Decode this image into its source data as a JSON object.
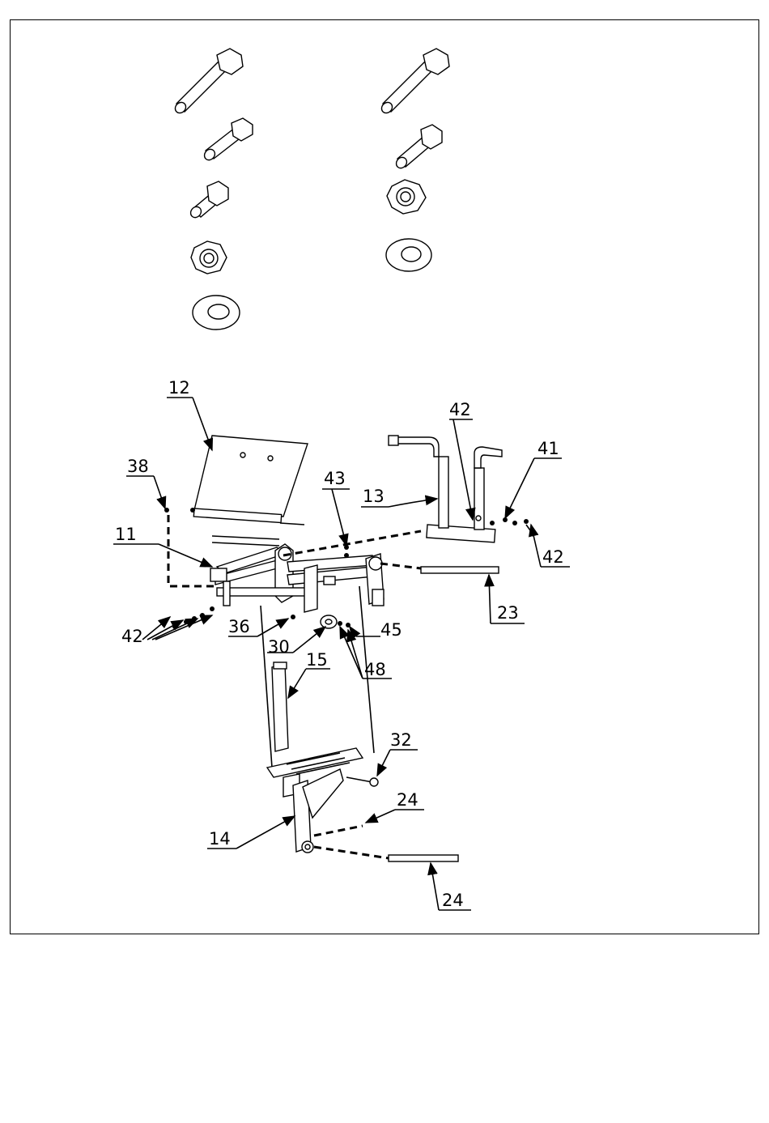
{
  "labels": {
    "l12": "12",
    "l38": "38",
    "l11": "11",
    "l42a": "42",
    "l36": "36",
    "l30": "30",
    "l15": "15",
    "l43": "43",
    "l13": "13",
    "l42b": "42",
    "l41": "41",
    "l42c": "42",
    "l23": "23",
    "l45": "45",
    "l48": "48",
    "l32": "32",
    "l24a": "24",
    "l14": "14",
    "l24b": "24"
  }
}
